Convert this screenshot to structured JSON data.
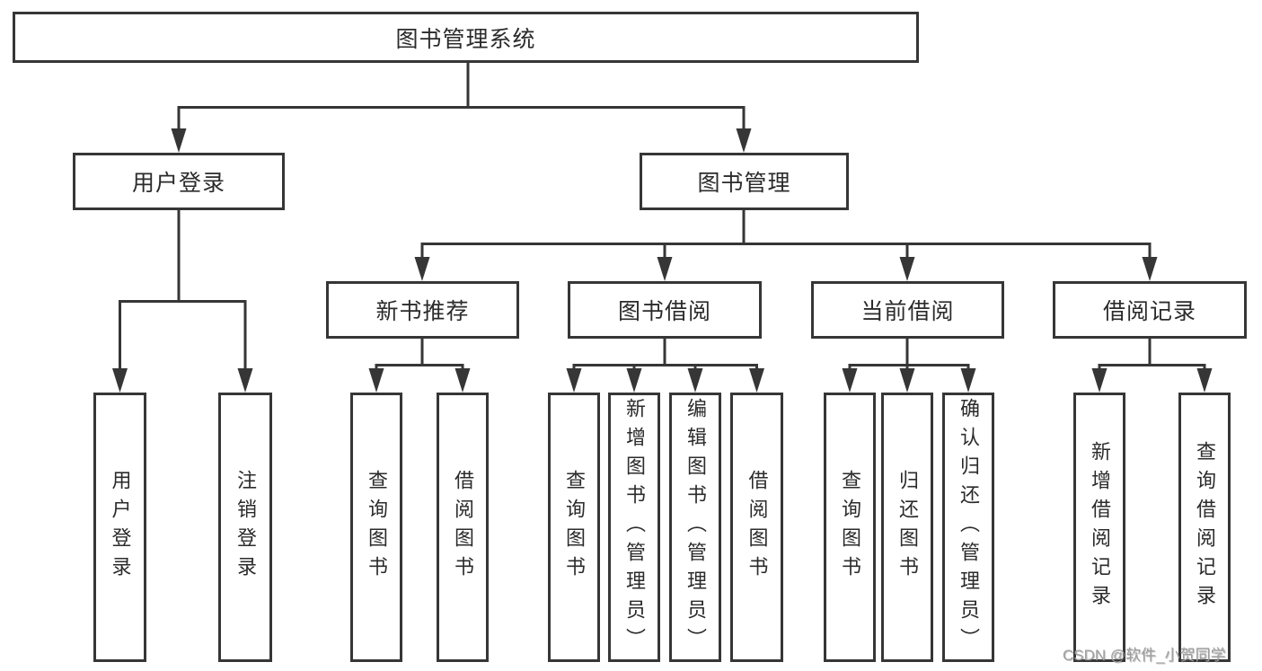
{
  "tree": {
    "root": {
      "label": "图书管理系统"
    },
    "branches": [
      {
        "label": "用户登录",
        "leaves": [
          "用户登录",
          "注销登录"
        ]
      },
      {
        "label": "图书管理",
        "subbranches": [
          {
            "label": "新书推荐",
            "leaves": [
              "查询图书",
              "借阅图书"
            ]
          },
          {
            "label": "图书借阅",
            "leaves": [
              "查询图书",
              "新增图书（管理员）",
              "编辑图书（管理员）",
              "借阅图书"
            ]
          },
          {
            "label": "当前借阅",
            "leaves": [
              "查询图书",
              "归还图书",
              "确认归还（管理员）"
            ]
          },
          {
            "label": "借阅记录",
            "leaves": [
              "新增借阅记录",
              "查询借阅记录"
            ]
          }
        ]
      }
    ]
  },
  "watermark": {
    "text": "CSDN @软件_小贺同学"
  },
  "colors": {
    "line": "#363636",
    "text": "#2b2b2b",
    "background": "#ffffff",
    "watermark": "#9e9e9e"
  }
}
